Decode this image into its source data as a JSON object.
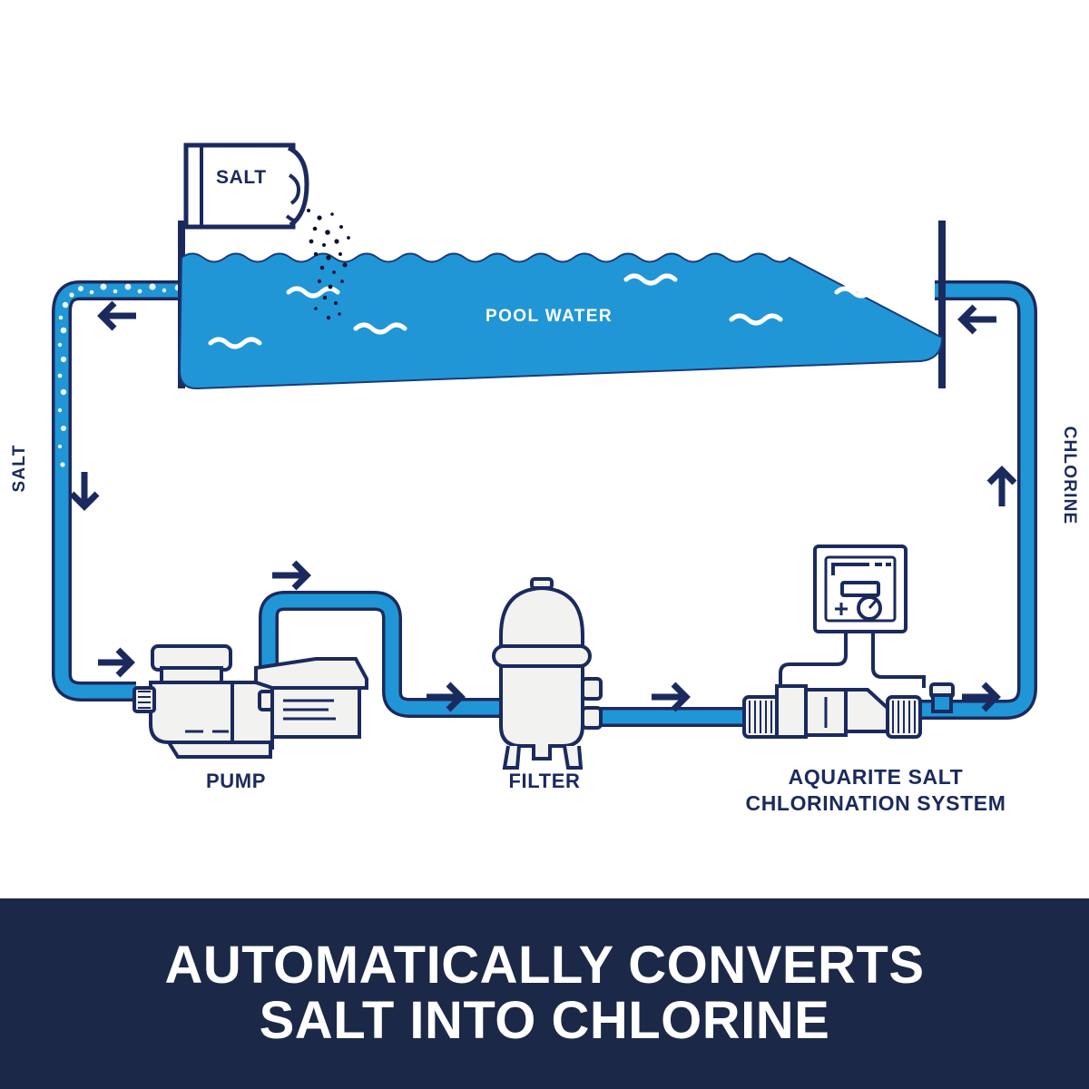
{
  "diagram": {
    "title_banner": {
      "line1": "AUTOMATICALLY CONVERTS",
      "line2": "SALT INTO CHLORINE",
      "background_color": "#1b2847",
      "text_color": "#ffffff"
    },
    "palette": {
      "navy_outline": "#1b2a5e",
      "pipe_blue": "#2196d6",
      "pipe_blue_dark": "#0b63a8",
      "water_blue": "#2196d6",
      "equipment_fill": "#f2f2f0",
      "background": "#ffffff"
    },
    "labels": {
      "salt_bag": "SALT",
      "pool_water": "POOL WATER",
      "salt_pipe": "SALT",
      "chlorine_pipe": "CHLORINE",
      "pump": "PUMP",
      "filter": "FILTER",
      "aquarite_line1": "AQUARITE SALT",
      "aquarite_line2": "CHLORINATION SYSTEM"
    },
    "flow": {
      "description": "Closed loop: pool water returns left, travels down SALT pipe, through pump, filter, AquaRite salt chlorination cell, and back up the CHLORINE pipe to the pool.",
      "arrow_count": 8,
      "arrow_directions": [
        "left",
        "left",
        "down",
        "right",
        "right",
        "right",
        "right",
        "up"
      ]
    },
    "components": [
      {
        "name": "salt-bag",
        "label": "SALT"
      },
      {
        "name": "pool",
        "label": "POOL WATER"
      },
      {
        "name": "pump",
        "label": "PUMP"
      },
      {
        "name": "filter",
        "label": "FILTER"
      },
      {
        "name": "aquarite-cell",
        "label": "AQUARITE SALT CHLORINATION SYSTEM"
      },
      {
        "name": "aquarite-control-box",
        "label": ""
      }
    ]
  }
}
